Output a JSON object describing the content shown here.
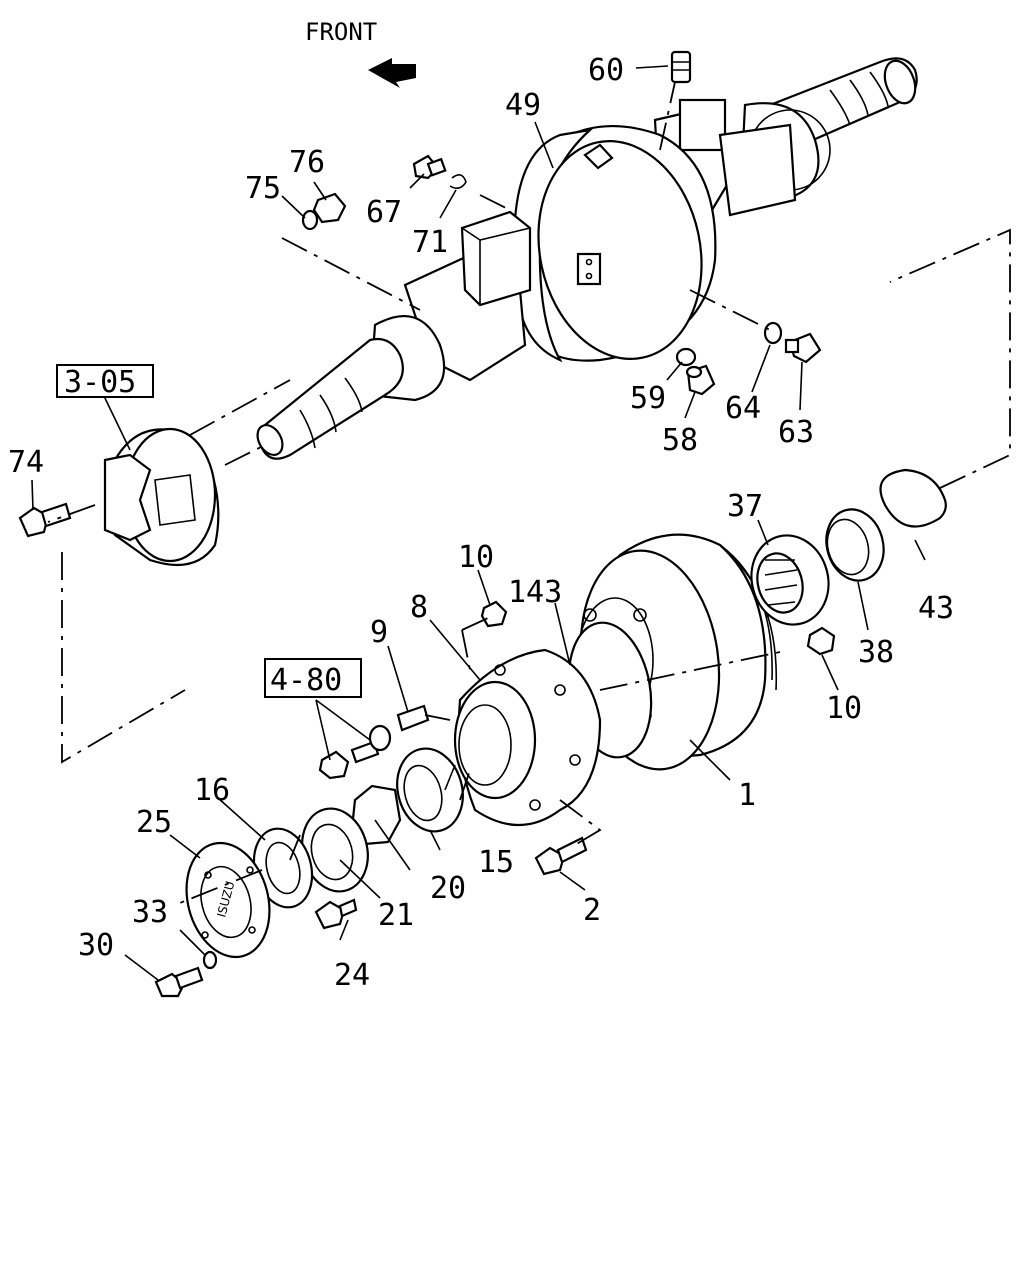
{
  "front_label": "FRONT",
  "ref_boxes": {
    "box_a": "3-05",
    "box_b": "4-80"
  },
  "callouts": {
    "c60": "60",
    "c49": "49",
    "c76": "76",
    "c75": "75",
    "c67": "67",
    "c71": "71",
    "c59": "59",
    "c58": "58",
    "c64": "64",
    "c63": "63",
    "c74": "74",
    "c37": "37",
    "c43": "43",
    "c38": "38",
    "c10a": "10",
    "c10b": "10",
    "c143": "143",
    "c8": "8",
    "c9": "9",
    "c1": "1",
    "c16": "16",
    "c25": "25",
    "c15": "15",
    "c20": "20",
    "c2": "2",
    "c21": "21",
    "c33": "33",
    "c30": "30",
    "c24": "24"
  },
  "hub_cap_mark": "ISUZU"
}
